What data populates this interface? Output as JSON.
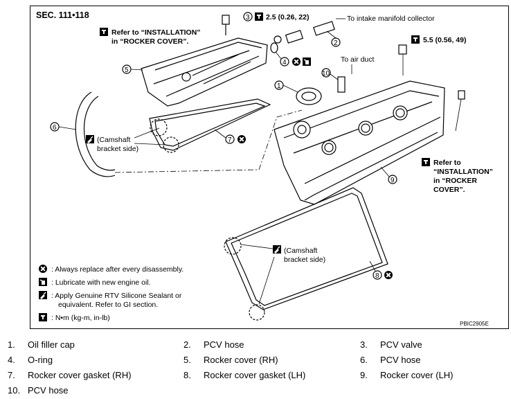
{
  "section": "SEC. 111•118",
  "callouts": {
    "refer_rocker_line1": "Refer to “INSTALLATION”",
    "refer_rocker_line2": "in “ROCKER COVER”.",
    "torque_pcv": "2.5 (0.26, 22)",
    "to_intake": "To intake manifold collector",
    "torque_bolt": "5.5 (0.56, 49)",
    "to_air_duct": "To air duct",
    "camshaft_rh_line1": "(Camshaft",
    "camshaft_rh_line2": "bracket side)",
    "camshaft_lh_line1": "(Camshaft",
    "camshaft_lh_line2": "bracket side)",
    "refer_right_line1": "Refer to",
    "refer_right_line2": "“INSTALLATION”",
    "refer_right_line3": "in “ROCKER",
    "refer_right_line4": "COVER”."
  },
  "figure_numbers": [
    "1",
    "2",
    "3",
    "4",
    "5",
    "6",
    "7",
    "8",
    "9",
    "10"
  ],
  "legend": {
    "replace": ": Always replace after every disassembly.",
    "lubricate": ": Lubricate with new engine oil.",
    "sealant_line1": ": Apply Genuine RTV Silicone Sealant or",
    "sealant_line2": "equivalent. Refer to GI section.",
    "torque_units": ": N•m (kg-m, in-lb)"
  },
  "figure_code": "PBIC2905E",
  "parts": [
    {
      "num": "1.",
      "label": "Oil filler cap"
    },
    {
      "num": "2.",
      "label": "PCV hose"
    },
    {
      "num": "3.",
      "label": "PCV valve"
    },
    {
      "num": "4.",
      "label": "O-ring"
    },
    {
      "num": "5.",
      "label": "Rocker cover (RH)"
    },
    {
      "num": "6.",
      "label": "PCV hose"
    },
    {
      "num": "7.",
      "label": "Rocker cover gasket (RH)"
    },
    {
      "num": "8.",
      "label": "Rocker cover gasket (LH)"
    },
    {
      "num": "9.",
      "label": "Rocker cover (LH)"
    },
    {
      "num": "10.",
      "label": "PCV hose"
    }
  ],
  "icons": {
    "torque": "torque-wrench-icon",
    "replace": "x-circle-icon",
    "lubricate": "oil-can-icon",
    "sealant": "sealant-tube-icon"
  }
}
